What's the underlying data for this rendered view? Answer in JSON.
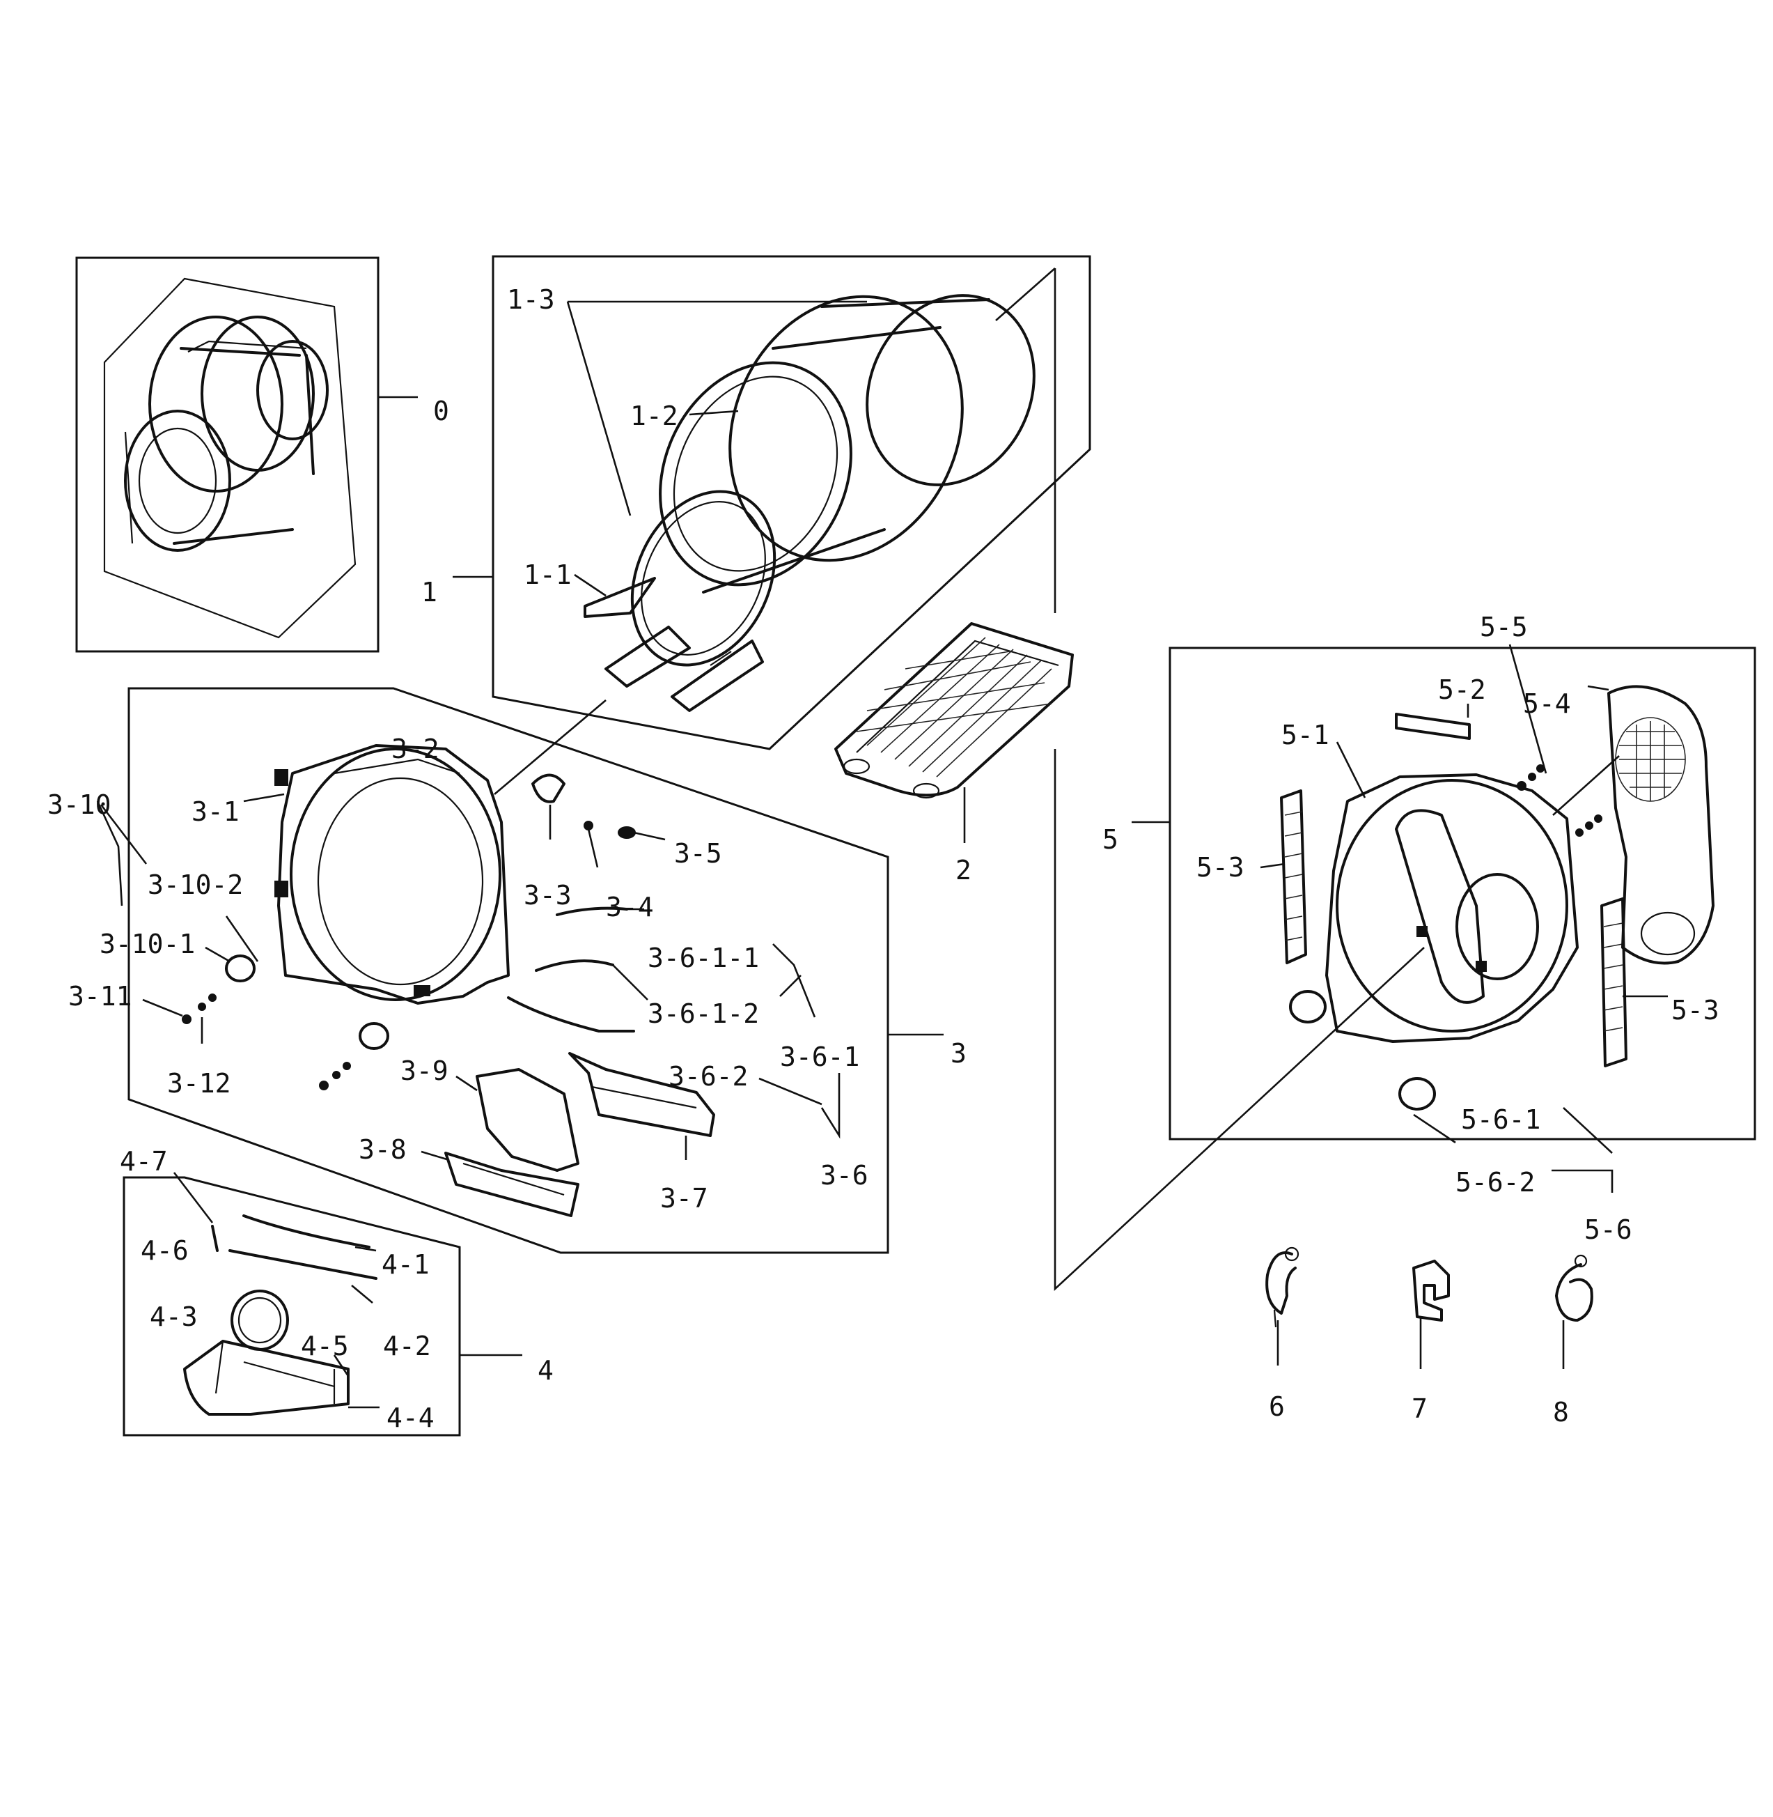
{
  "labels": {
    "l0": "0",
    "l1": "1",
    "l1_1": "1-1",
    "l1_2": "1-2",
    "l1_3": "1-3",
    "l2": "2",
    "l3": "3",
    "l3_1": "3-1",
    "l3_2": "3-2",
    "l3_3": "3-3",
    "l3_4": "3-4",
    "l3_5": "3-5",
    "l3_6": "3-6",
    "l3_6_1": "3-6-1",
    "l3_6_1_1": "3-6-1-1",
    "l3_6_1_2": "3-6-1-2",
    "l3_6_2": "3-6-2",
    "l3_7": "3-7",
    "l3_8": "3-8",
    "l3_9": "3-9",
    "l3_10": "3-10",
    "l3_10_1": "3-10-1",
    "l3_10_2": "3-10-2",
    "l3_11": "3-11",
    "l3_12": "3-12",
    "l4": "4",
    "l4_1": "4-1",
    "l4_2": "4-2",
    "l4_3": "4-3",
    "l4_4": "4-4",
    "l4_5": "4-5",
    "l4_6": "4-6",
    "l4_7": "4-7",
    "l5": "5",
    "l5_1": "5-1",
    "l5_2": "5-2",
    "l5_3a": "5-3",
    "l5_3b": "5-3",
    "l5_4": "5-4",
    "l5_5": "5-5",
    "l5_6": "5-6",
    "l5_6_1": "5-6-1",
    "l5_6_2": "5-6-2",
    "l6": "6",
    "l7": "7",
    "l8": "8"
  }
}
